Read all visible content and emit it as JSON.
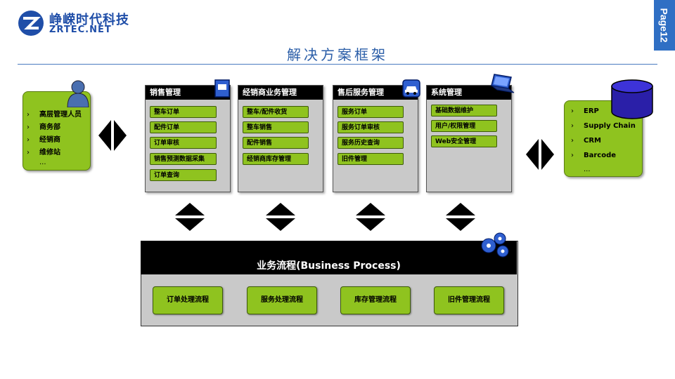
{
  "header": {
    "brand_cn": "峥嵘时代科技",
    "brand_en": "ZRTEC.NET",
    "page_label": "Page12",
    "title": "解决方案框架",
    "accent_color": "#2f6fc4"
  },
  "left_panel": {
    "items": [
      "高层管理人员",
      "商务部",
      "经销商",
      "维修站",
      "..."
    ]
  },
  "right_panel": {
    "items": [
      "ERP",
      "Supply Chain",
      "CRM",
      "Barcode",
      "..."
    ]
  },
  "modules": [
    {
      "title": "销售管理",
      "icon": "document-icon",
      "items": [
        "整车订单",
        "配件订单",
        "订单审核",
        "销售预测数据采集",
        "订单查询"
      ]
    },
    {
      "title": "经销商业务管理",
      "icon": "",
      "items": [
        "整车/配件收货",
        "整车销售",
        "配件销售",
        "经销商库存管理"
      ]
    },
    {
      "title": "售后服务管理",
      "icon": "car-icon",
      "items": [
        "服务订单",
        "服务订单审核",
        "服务历史查询",
        "旧件管理"
      ]
    },
    {
      "title": "系统管理",
      "icon": "laptop-icon",
      "items": [
        "基础数据维护",
        "用户/权限管理",
        "Web安全管理"
      ]
    }
  ],
  "business_process": {
    "title": "业务流程(Business Process)",
    "items": [
      "订单处理流程",
      "服务处理流程",
      "库存管理流程",
      "旧件管理流程"
    ],
    "icon": "gears-icon"
  },
  "colors": {
    "green": "#8fc31f",
    "grey": "#c9c9c9",
    "black": "#000000",
    "blue": "#2f6fc4"
  }
}
